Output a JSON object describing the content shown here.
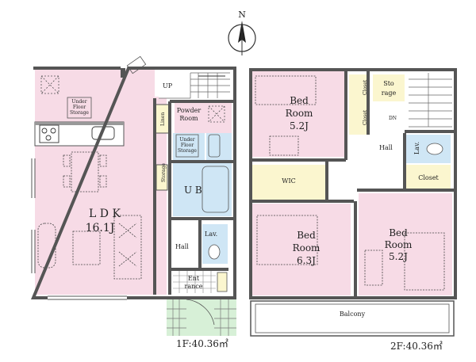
{
  "compass": {
    "north": "N"
  },
  "floor1": {
    "ldk_name": "L D K",
    "ldk_size": "16.1J",
    "up": "UP",
    "underfloor_lines": [
      "Under",
      "Floor",
      "Storage"
    ],
    "linen": "Linen",
    "powder_room_lines": [
      "Powder",
      "Room"
    ],
    "underfloor2_lines": [
      "Under",
      "Floor",
      "Storage"
    ],
    "storage": "Storage",
    "ub": "U B",
    "hall": "Hall",
    "lav": "Lav.",
    "entrance_lines": [
      "Ent",
      "rance"
    ],
    "area": "1F:40.36㎡"
  },
  "floor2": {
    "bed1_name_lines": [
      "Bed",
      "Room"
    ],
    "bed1_size": "5.2J",
    "closet_a": "Closet",
    "closet_b": "Closet",
    "storage_lines": [
      "Sto",
      "rage"
    ],
    "dn": "DN",
    "hall": "Hall",
    "lav": "Lav.",
    "closet_c": "Closet",
    "wic": "WIC",
    "bed2_name_lines": [
      "Bed",
      "Room"
    ],
    "bed2_size": "6.3J",
    "bed3_name_lines": [
      "Bed",
      "Room"
    ],
    "bed3_size": "5.2J",
    "balcony": "Balcony",
    "area": "2F:40.36㎡"
  },
  "colors": {
    "wall": "#555555",
    "pink": "#f7dbe6",
    "blue": "#cfe6f5",
    "yellow": "#fbf6cf",
    "green_tile": "#d7f0d7"
  }
}
